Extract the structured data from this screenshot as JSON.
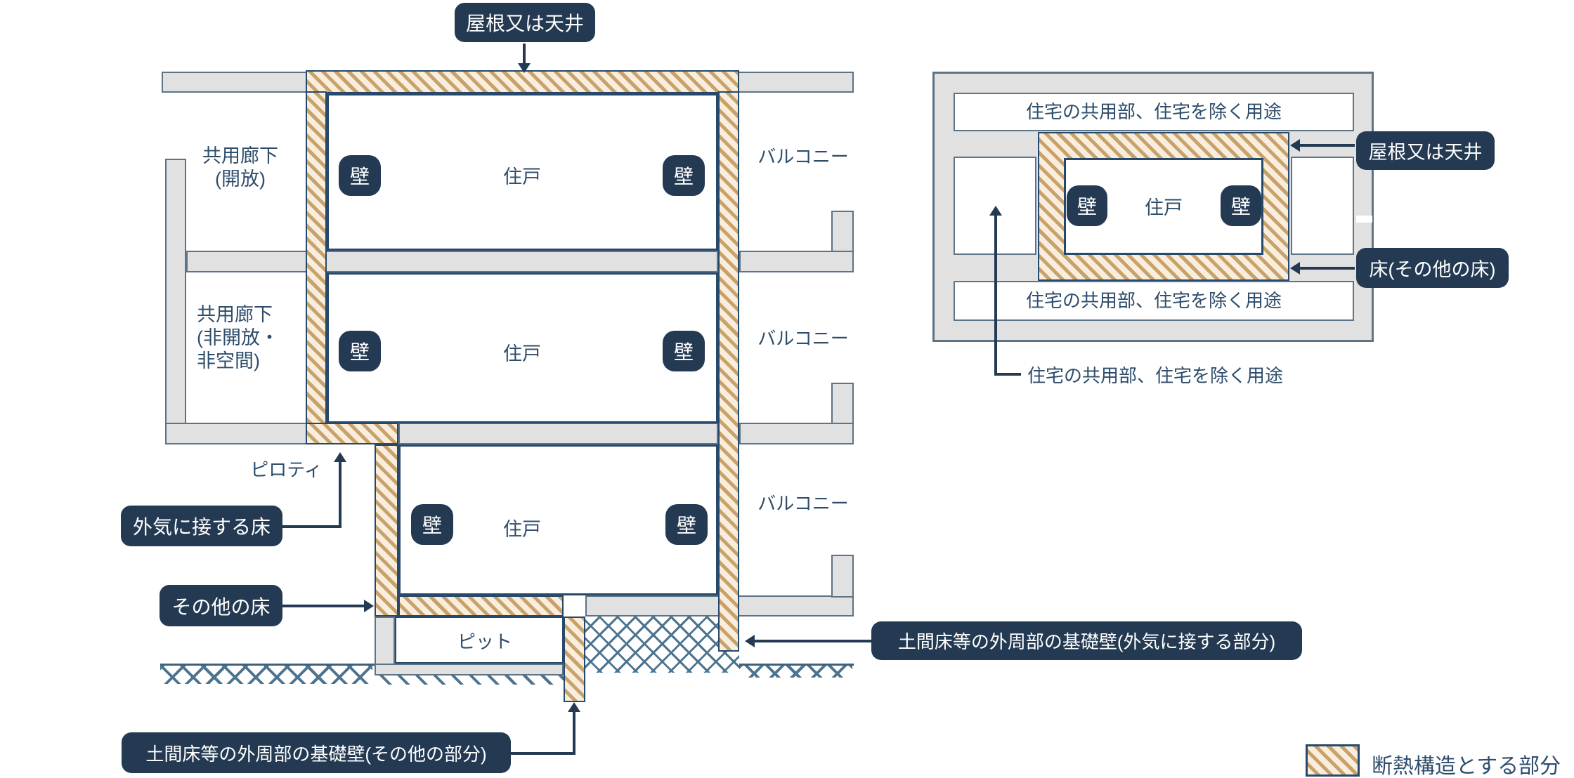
{
  "colors": {
    "badge_navy": "#243a52",
    "structure_navy": "#27496b",
    "steel_border": "#5d7386",
    "gray_fill": "#e1e1e1",
    "hatch_bg": "#f9eedd",
    "hatch_stripe": "#c8a26a",
    "ground_steel": "#4c7490",
    "text_navy": "#2e4d6b"
  },
  "left_diagram": {
    "top_badge": "屋根又は天井",
    "corridor_open": "共用廊下\n(開放)",
    "corridor_closed": "共用廊下\n(非開放・\n非空間)",
    "unit": "住戸",
    "wall": "壁",
    "balcony": "バルコニー",
    "piloti": "ピロティ",
    "pit": "ピット",
    "label_floor_outside_air": "外気に接する床",
    "label_floor_other": "その他の床",
    "label_foundation_other": "土間床等の外周部の基礎壁(その他の部分)",
    "label_foundation_outside_air": "土間床等の外周部の基礎壁(外気に接する部分)"
  },
  "right_diagram": {
    "common_area": "住宅の共用部、住宅を除く用途",
    "roof_badge": "屋根又は天井",
    "floor_badge": "床(その他の床)",
    "unit": "住戸",
    "wall": "壁"
  },
  "legend": {
    "insulation": "断熱構造とする部分"
  }
}
